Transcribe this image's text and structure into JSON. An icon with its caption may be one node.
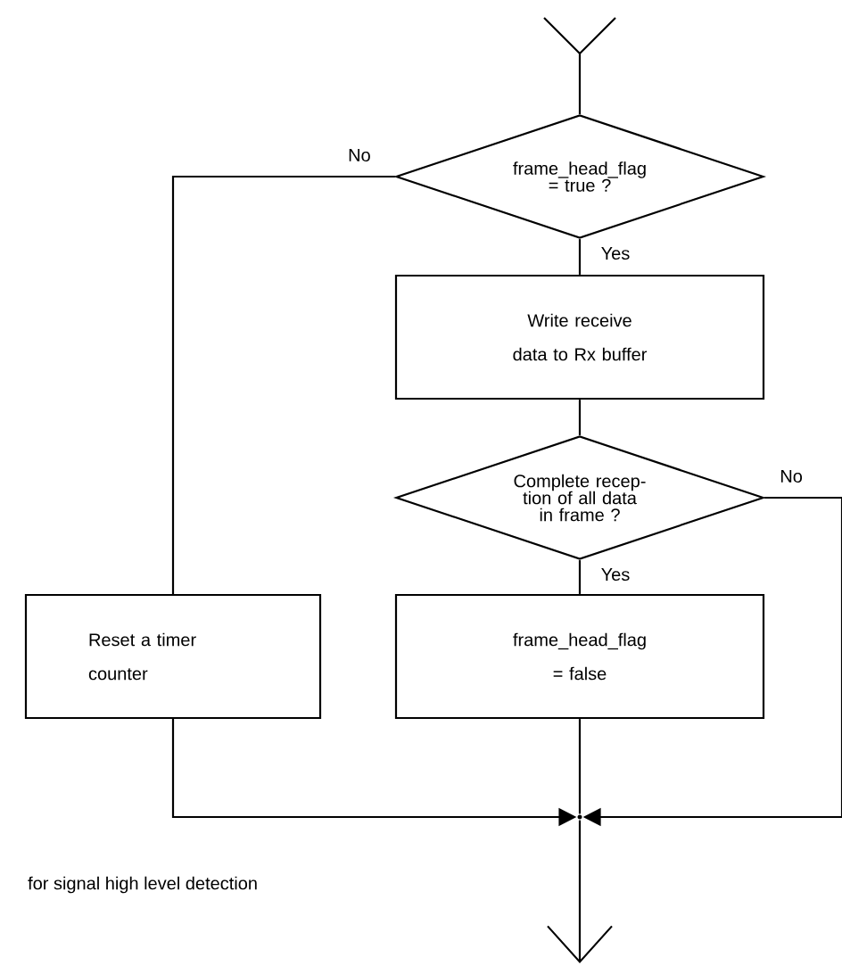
{
  "diagram": {
    "nodes": [
      {
        "text": [
          "frame_head_flag = true ?"
        ]
      },
      {
        "text": [
          "Write receive data to Rx buffer"
        ]
      },
      {
        "text": [
          "Complete recep- tion of all data in frame ?"
        ]
      },
      {
        "text": [
          "frame_head_flag = false"
        ]
      },
      {
        "text": [
          "Reset a timer counter"
        ]
      },
      {
        "text": [],
        "shape": "point"
      }
    ],
    "edges": [
      {
        "from": null,
        "to": 0,
        "arrow": "other"
      },
      {
        "from": 0,
        "to": 1,
        "arrow": "none",
        "label": "Yes"
      },
      {
        "from": 0,
        "to": 4,
        "arrow": "none",
        "label": "No"
      },
      {
        "from": 1,
        "to": 2,
        "arrow": "none"
      },
      {
        "from": 2,
        "to": 3,
        "arrow": "none",
        "label": "Yes"
      },
      {
        "from": 2,
        "to": 5,
        "arrow": "to",
        "label": "No"
      },
      {
        "from": 4,
        "to": 5,
        "arrow": "to"
      },
      {
        "from": 3,
        "to": 5,
        "arrow": "none"
      },
      {
        "from": 5,
        "to": null,
        "arrow": "to"
      }
    ],
    "labels": [
      "for signal high level detection"
    ]
  }
}
